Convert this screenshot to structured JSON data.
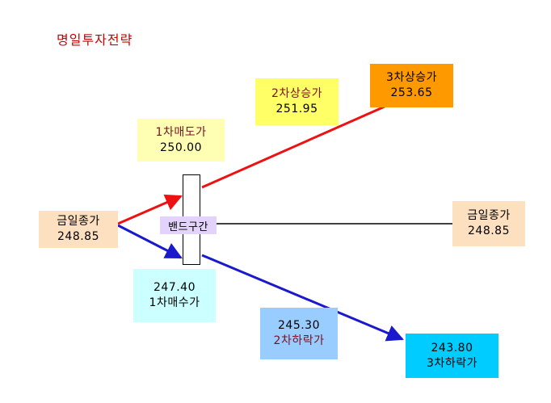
{
  "title": "명일투자전략",
  "colors": {
    "up_line": "#ee1111",
    "down_line": "#1a1acc",
    "flat_line": "#000000",
    "peach": "#fde0c0",
    "yellow": "#ffff66",
    "light_yellow": "#ffffb3",
    "orange": "#ff9900",
    "light_cyan": "#ccffff",
    "light_blue": "#99ccff",
    "cyan": "#00ccff",
    "band_label_bg": "#e3d3fa"
  },
  "nodes": {
    "prev_close_left": {
      "label": "금일종가",
      "value": "248.85"
    },
    "first_sell": {
      "label": "1차매도가",
      "value": "250.00"
    },
    "second_rise": {
      "label": "2차상승가",
      "value": "251.95"
    },
    "third_rise": {
      "label": "3차상승가",
      "value": "253.65"
    },
    "prev_close_right": {
      "label": "금일종가",
      "value": "248.85"
    },
    "first_buy": {
      "value": "247.40",
      "label": "1차매수가"
    },
    "second_fall": {
      "value": "245.30",
      "label": "2차하락가"
    },
    "third_fall": {
      "value": "243.80",
      "label": "3차하락가"
    }
  },
  "band": {
    "label": "밴드구간"
  }
}
